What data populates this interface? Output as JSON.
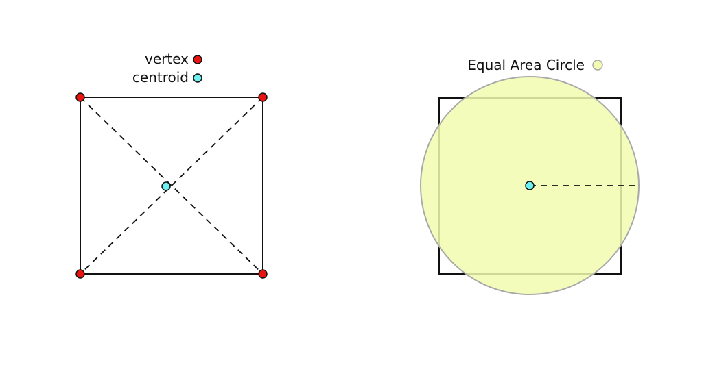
{
  "legend_left": {
    "vertex_label": "vertex",
    "centroid_label": "centroid"
  },
  "legend_right": {
    "circle_label": "Equal Area Circle"
  },
  "colors": {
    "vertex": "#e8140f",
    "centroid": "#6ff0f0",
    "circle_fill": "#f2fbb0",
    "circle_stroke": "#a9a9a9",
    "stroke": "#111111"
  }
}
